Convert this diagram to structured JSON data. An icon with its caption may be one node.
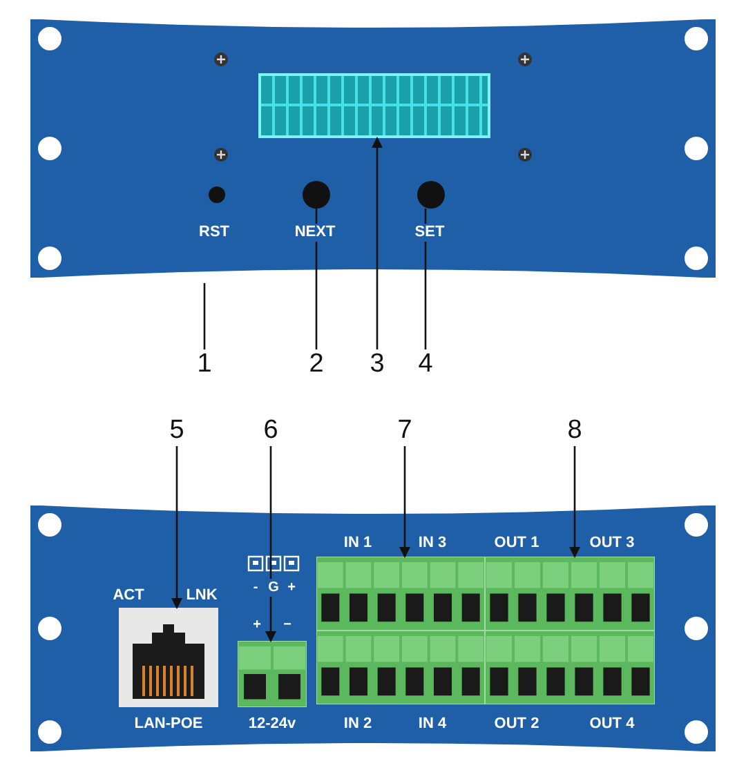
{
  "diagram": {
    "nodes": [
      {
        "text": [
          "1"
        ]
      },
      {
        "text": [
          "2"
        ]
      },
      {
        "text": [
          "3"
        ]
      },
      {
        "text": [
          "4"
        ]
      },
      {
        "text": [],
        "shape": "circle"
      },
      {
        "text": [],
        "shape": "box"
      },
      {
        "text": [],
        "shape": "circle"
      },
      {
        "text": [
          "5"
        ]
      },
      {
        "text": [
          "6"
        ]
      },
      {
        "text": [
          "7"
        ]
      },
      {
        "text": [
          "8"
        ]
      },
      {
        "text": [],
        "shape": "box"
      },
      {
        "text": [],
        "shape": "box"
      },
      {
        "text": [],
        "shape": "box"
      },
      {
        "text": [],
        "shape": "box"
      }
    ],
    "edges": [
      {
        "from": 0,
        "to": null,
        "arrow": "none"
      },
      {
        "from": 1,
        "to": 4,
        "arrow": "none"
      },
      {
        "from": 2,
        "to": 5,
        "arrow": "to"
      },
      {
        "from": 3,
        "to": 6,
        "arrow": "none"
      },
      {
        "from": 7,
        "to": 11,
        "arrow": "to"
      },
      {
        "from": 8,
        "to": 12,
        "arrow": "to"
      },
      {
        "from": 9,
        "to": 13,
        "arrow": "to"
      },
      {
        "from": 10,
        "to": 14,
        "arrow": "to"
      }
    ],
    "labels": [
      "RST",
      "NEXT",
      "SET",
      "ACT",
      "LNK",
      "-",
      "G",
      "+",
      "+",
      "−",
      "IN 1",
      "IN 3",
      "OUT 1",
      "OUT 3",
      "LAN-POE",
      "12-24v",
      "IN 2",
      "IN 4",
      "OUT 2",
      "OUT 4"
    ]
  }
}
